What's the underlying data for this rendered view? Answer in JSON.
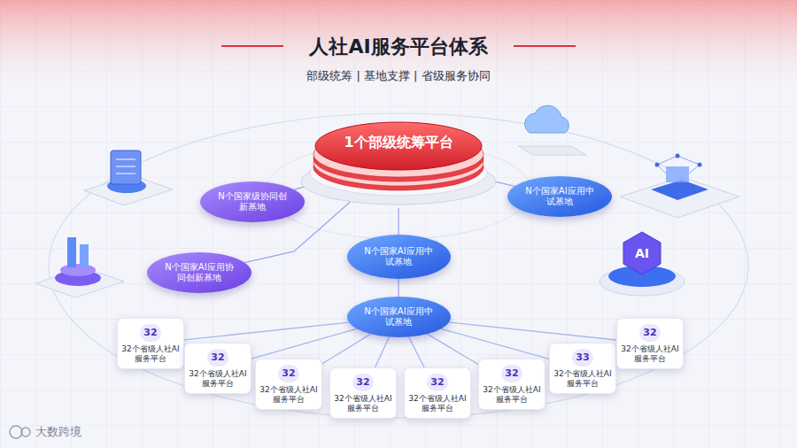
{
  "diagram": {
    "title": "人社AI服务平台体系",
    "nodes": [
      {
        "text": [
          "1个部级统筹平台"
        ]
      },
      {
        "text": [
          "N个国家级协同创新基地"
        ]
      },
      {
        "text": [
          "N个国家AI应用中试基地"
        ]
      },
      {
        "text": [
          "N个国家AI应用中试基地"
        ]
      },
      {
        "text": [
          "N个国家AI应用协同创新基地"
        ]
      },
      {
        "text": [
          "N个国家AI应用中试基地"
        ]
      },
      {
        "text": [
          "32",
          "32个省级人社AI服务平台"
        ]
      },
      {
        "text": [
          "32",
          "32个省级人社AI服务平台"
        ]
      },
      {
        "text": [
          "32",
          "32个省级人社AI服务平台"
        ]
      },
      {
        "text": [
          "32",
          "32个省级人社AI服务平台"
        ]
      },
      {
        "text": [
          "32",
          "32个省级人社AI服务平台"
        ]
      },
      {
        "text": [
          "32",
          "32个省级人社AI服务平台"
        ]
      },
      {
        "text": [
          "33",
          "32个省级人社AI服务平台"
        ]
      },
      {
        "text": [
          "32",
          "32个省级人社AI服务平台"
        ]
      }
    ],
    "edges": [
      {
        "from": 0,
        "to": 1,
        "arrow": "none"
      },
      {
        "from": 0,
        "to": 2,
        "arrow": "none"
      },
      {
        "from": 0,
        "to": 3,
        "arrow": "none"
      },
      {
        "from": 0,
        "to": 4,
        "arrow": "none"
      },
      {
        "from": 3,
        "to": 5,
        "arrow": "none"
      },
      {
        "from": 5,
        "to": 6,
        "arrow": "none"
      },
      {
        "from": 5,
        "to": 7,
        "arrow": "none"
      },
      {
        "from": 5,
        "to": 8,
        "arrow": "none"
      },
      {
        "from": 5,
        "to": 9,
        "arrow": "none"
      },
      {
        "from": 5,
        "to": 10,
        "arrow": "none"
      },
      {
        "from": 5,
        "to": 11,
        "arrow": "none"
      },
      {
        "from": 5,
        "to": 12,
        "arrow": "none"
      },
      {
        "from": 5,
        "to": 13,
        "arrow": "none"
      }
    ],
    "labels": [
      "部级统筹 | 基地支撑 | 省级服务协同",
      "AI",
      "大数跨境"
    ]
  }
}
